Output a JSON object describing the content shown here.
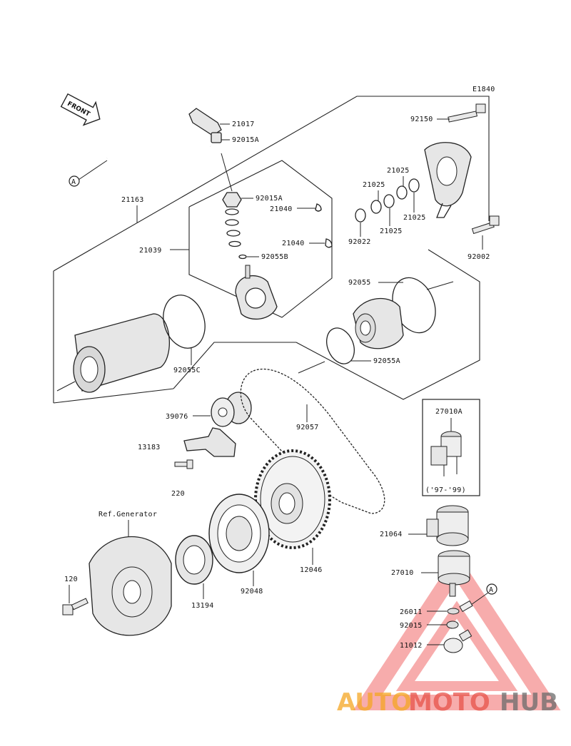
{
  "diagram_code": "E1840",
  "front_label": "FRONT",
  "circle_marker": "A",
  "note_220": "220",
  "ref_generator": "Ref.Generator",
  "inset_years": "('97-'99)",
  "parts": {
    "p21017": "21017",
    "p92015A_top": "92015A",
    "p21163": "21163",
    "p92015A_mid": "92015A",
    "p21040_a": "21040",
    "p21040_b": "21040",
    "p92055B": "92055B",
    "p21039": "21039",
    "p92150": "92150",
    "p21025_a": "21025",
    "p21025_b": "21025",
    "p21025_c": "21025",
    "p21025_d": "21025",
    "p92022": "92022",
    "p92002": "92002",
    "p92055": "92055",
    "p92055C": "92055C",
    "p92055A": "92055A",
    "p39076": "39076",
    "p92057": "92057",
    "p13183": "13183",
    "p27010A": "27010A",
    "p21064": "21064",
    "p27010": "27010",
    "p26011": "26011",
    "p92015": "92015",
    "p11012": "11012",
    "p12046": "12046",
    "p92048": "92048",
    "p13194": "13194",
    "p120": "120"
  },
  "watermark": {
    "part1": "AUTO",
    "part2": "MOTO",
    "part3": "HUB"
  },
  "colors": {
    "wm_orange": "#f5a623",
    "wm_red": "#e8534a",
    "wm_gray": "#6b6b6b",
    "wm_triangle": "#f26a6a"
  }
}
